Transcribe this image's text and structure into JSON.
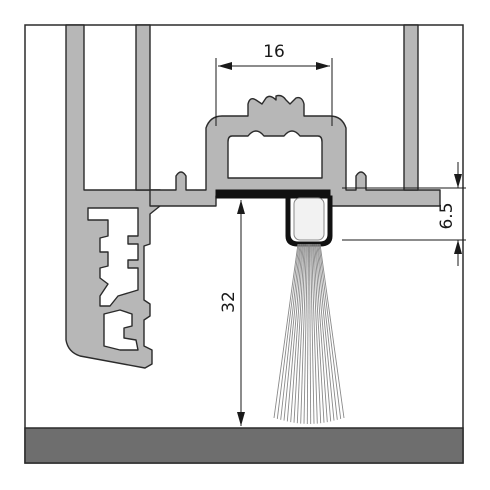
{
  "dimensions": {
    "channel_width": "16",
    "brush_recess": "6.5",
    "floor_clearance": "32"
  },
  "colors": {
    "profile_fill": "#b7b7b7",
    "profile_stroke": "#2b2b2b",
    "seal_fill": "#111111",
    "floor_fill": "#6e6e6e",
    "bristle_color": "#8a8a8a"
  }
}
